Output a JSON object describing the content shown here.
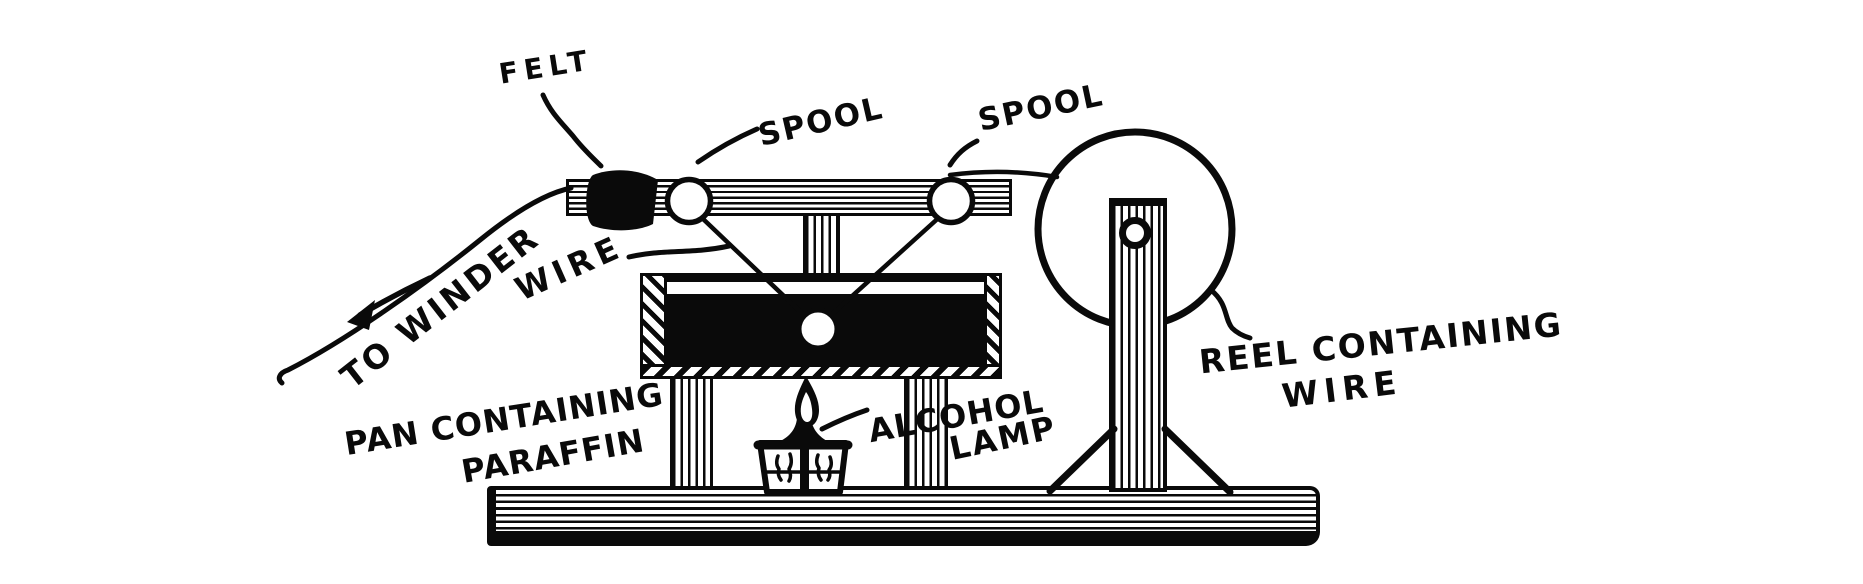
{
  "figure": {
    "background_color": "#ffffff",
    "ink_color": "#0a0a0a",
    "labels": {
      "felt": "FELT",
      "spool_left": "SPOOL",
      "spool_right": "SPOOL",
      "to_winder": "TO WINDER",
      "wire": "WIRE",
      "pan_line1": "PAN CONTAINING",
      "pan_line2": "PARAFFIN",
      "lamp_line1": "ALCOHOL",
      "lamp_line2": "LAMP",
      "reel_line1": "REEL CONTAINING",
      "reel_line2": "WIRE"
    }
  }
}
